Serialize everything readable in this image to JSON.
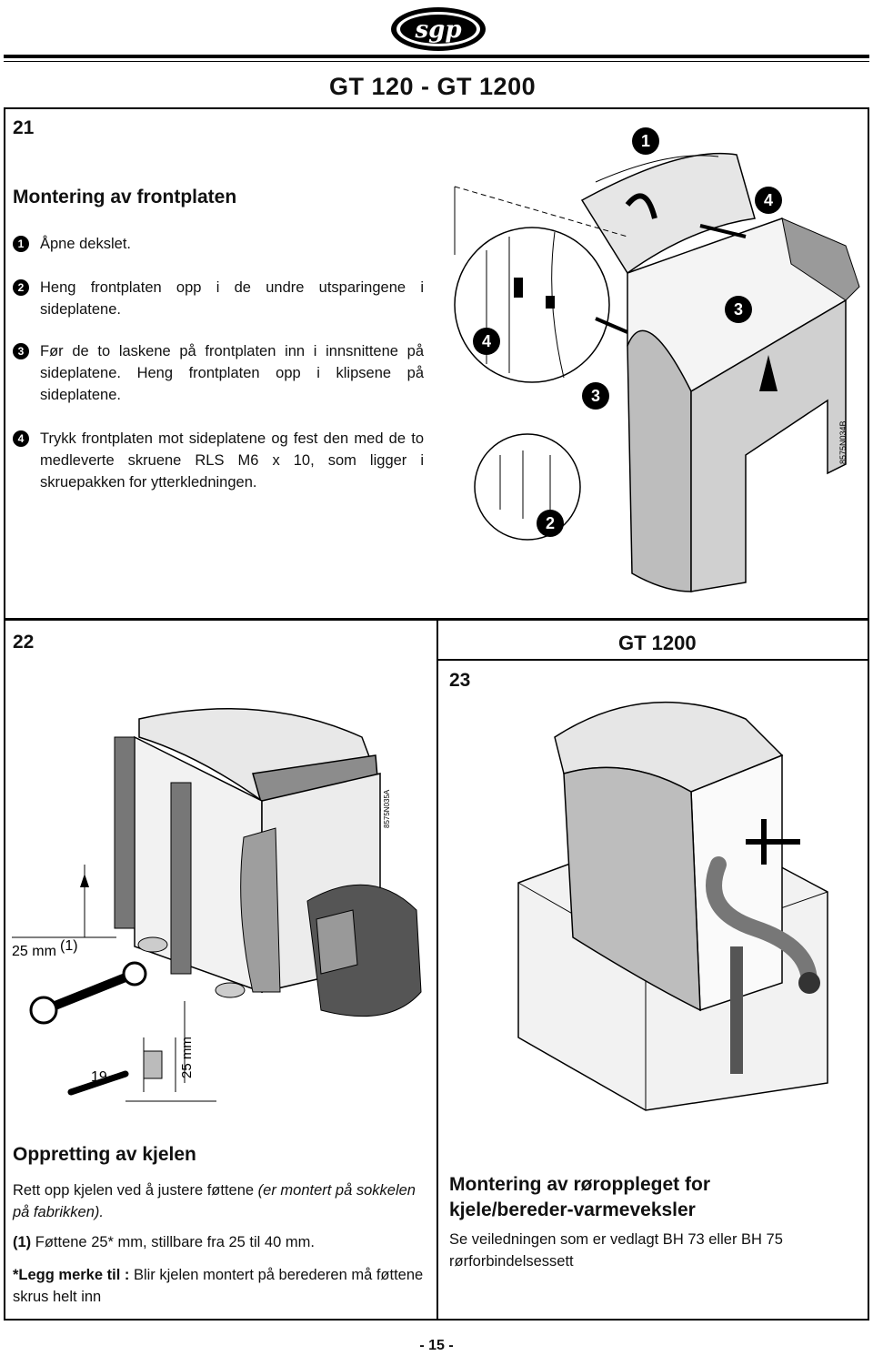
{
  "header": {
    "logo_text": "sgp",
    "title": "GT 120 - GT 1200"
  },
  "sec21": {
    "number": "21",
    "heading": "Montering av frontplaten",
    "steps": [
      {
        "marker": "1",
        "text": "Åpne dekslet."
      },
      {
        "marker": "2",
        "text": "Heng frontplaten opp i de undre utsparingene i sideplatene."
      },
      {
        "marker": "3",
        "text": "Før de to laskene på frontplaten inn i innsnittene på sideplatene. Heng frontplaten opp i klipsene på sideplatene."
      },
      {
        "marker": "4",
        "text": "Trykk frontplaten mot sideplatene og fest den med de to medleverte skruene RLS M6 x 10, som ligger i skruepakken for ytterkledningen."
      }
    ],
    "figure": {
      "callouts": [
        "1",
        "4",
        "3",
        "4",
        "3",
        "2"
      ],
      "code": "8575N034B"
    }
  },
  "sec22": {
    "number": "22",
    "heading": "Oppretting av kjelen",
    "para1_plain": "Rett opp kjelen ved å justere føttene ",
    "para1_italic": "(er montert på sokkelen på fabrikken).",
    "note1_bold": "(1)",
    "note1_text": " Føttene 25* mm, stillbare fra 25 til 40 mm.",
    "note2_bold": "*Legg merke til :",
    "note2_text": " Blir kjelen montert på berederen må føttene skrus helt inn",
    "figure": {
      "dim_label": "25 mm",
      "dim_ref": "(1)",
      "tool_ref": "19",
      "vert_dim_label": "25 mm",
      "code": "8575N035A"
    }
  },
  "sec23": {
    "number": "23",
    "model": "GT 1200",
    "heading": "Montering av røroppleget for kjele/bereder-varmeveksler",
    "text": "Se veiledningen som er vedlagt BH 73 eller BH 75 rørforbindelsessett"
  },
  "footer": {
    "page": "- 15 -"
  }
}
